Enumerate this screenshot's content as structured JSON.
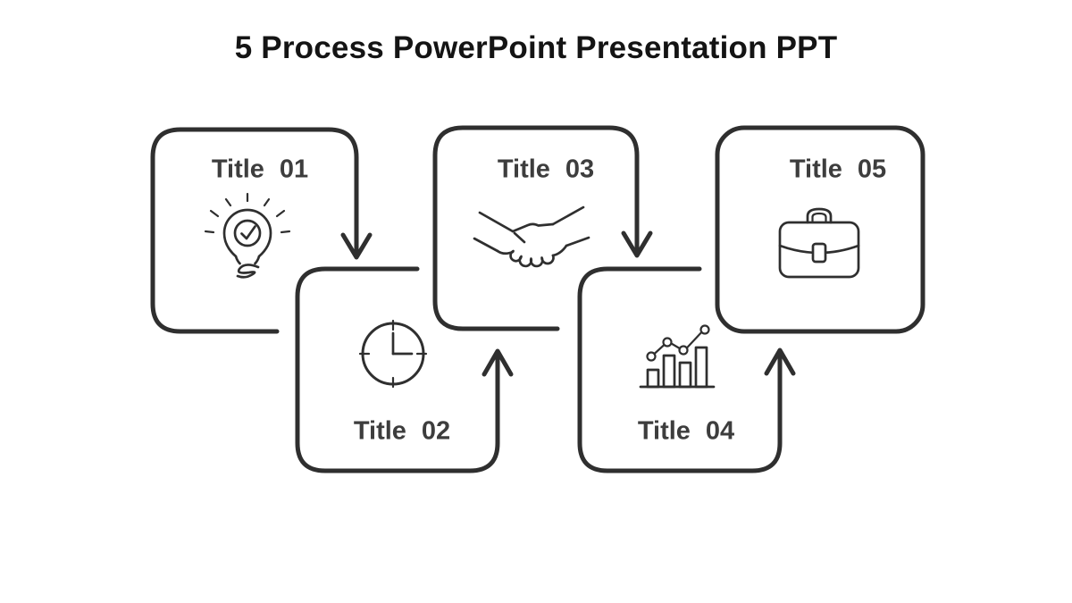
{
  "title": "5 Process PowerPoint Presentation PPT",
  "colors": {
    "ink": "#2f2f2f",
    "label": "#3d3d3d",
    "heading": "#141414",
    "bg": "#ffffff"
  },
  "steps": [
    {
      "label": "Title",
      "number": "01",
      "icon": "lightbulb-check-icon",
      "row": "top"
    },
    {
      "label": "Title",
      "number": "02",
      "icon": "clock-icon",
      "row": "bottom"
    },
    {
      "label": "Title",
      "number": "03",
      "icon": "handshake-icon",
      "row": "top"
    },
    {
      "label": "Title",
      "number": "04",
      "icon": "bar-chart-trend-icon",
      "row": "bottom"
    },
    {
      "label": "Title",
      "number": "05",
      "icon": "briefcase-icon",
      "row": "top"
    }
  ],
  "connectors": [
    {
      "from": "01",
      "to": "02",
      "direction": "down"
    },
    {
      "from": "02",
      "to": "03",
      "direction": "up"
    },
    {
      "from": "03",
      "to": "04",
      "direction": "down"
    },
    {
      "from": "04",
      "to": "05",
      "direction": "up"
    }
  ]
}
